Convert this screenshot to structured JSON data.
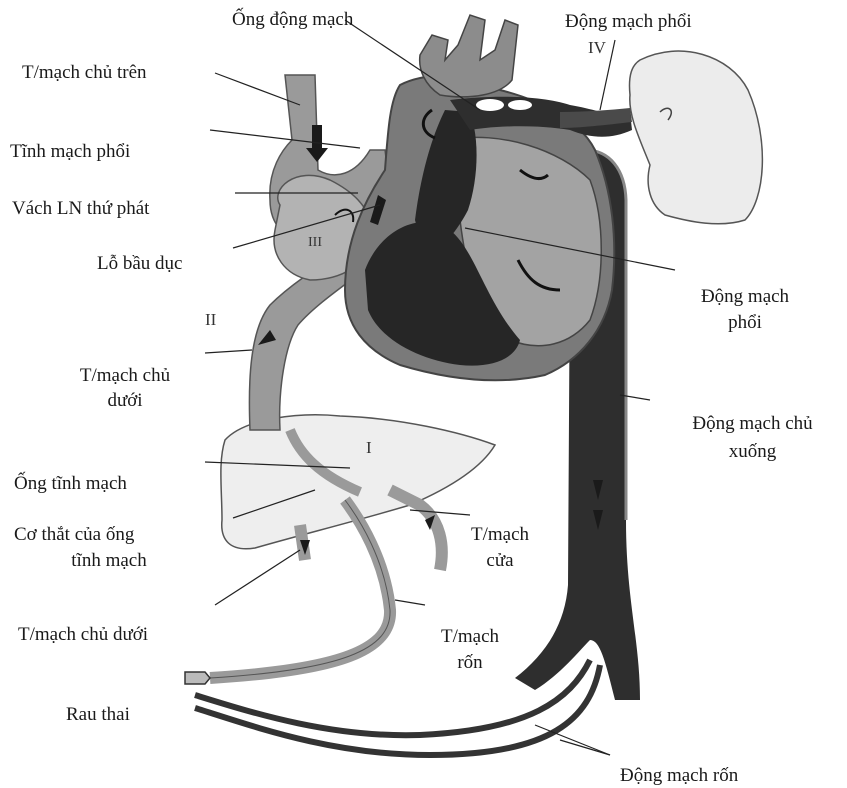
{
  "labels": {
    "ductus_arteriosus": "Ống động mạch",
    "pulmonary_artery_top": "Động mạch phổi",
    "superior_vena_cava": "T/mạch chủ trên",
    "pulmonary_vein": "Tĩnh mạch phổi",
    "septum_secundum": "Vách LN thứ phát",
    "foramen_ovale": "Lỗ bầu dục",
    "pulmonary_artery_right_1": "Động mạch",
    "pulmonary_artery_right_2": "phổi",
    "ivc_1": "T/mạch chủ",
    "ivc_2": "dưới",
    "descending_aorta_1": "Động mạch chủ",
    "descending_aorta_2": "xuống",
    "ductus_venosus": "Ống tĩnh mạch",
    "sphincter_1": "Cơ thắt của ống",
    "sphincter_2": "tĩnh mạch",
    "portal_vein_1": "T/mạch",
    "portal_vein_2": "cửa",
    "ivc_bottom": "T/mạch chủ dưới",
    "umbilical_vein_1": "T/mạch",
    "umbilical_vein_2": "rốn",
    "placenta": "Rau thai",
    "umbilical_arteries": "Động mạch rốn"
  },
  "markers": {
    "I": "I",
    "II": "II",
    "III": "III",
    "IV": "IV"
  },
  "colors": {
    "dark_vessel": "#2e2e2e",
    "mid_vessel": "#8c8c8c",
    "light_tissue": "#ececec",
    "heart_wall": "#7a7a7a"
  }
}
